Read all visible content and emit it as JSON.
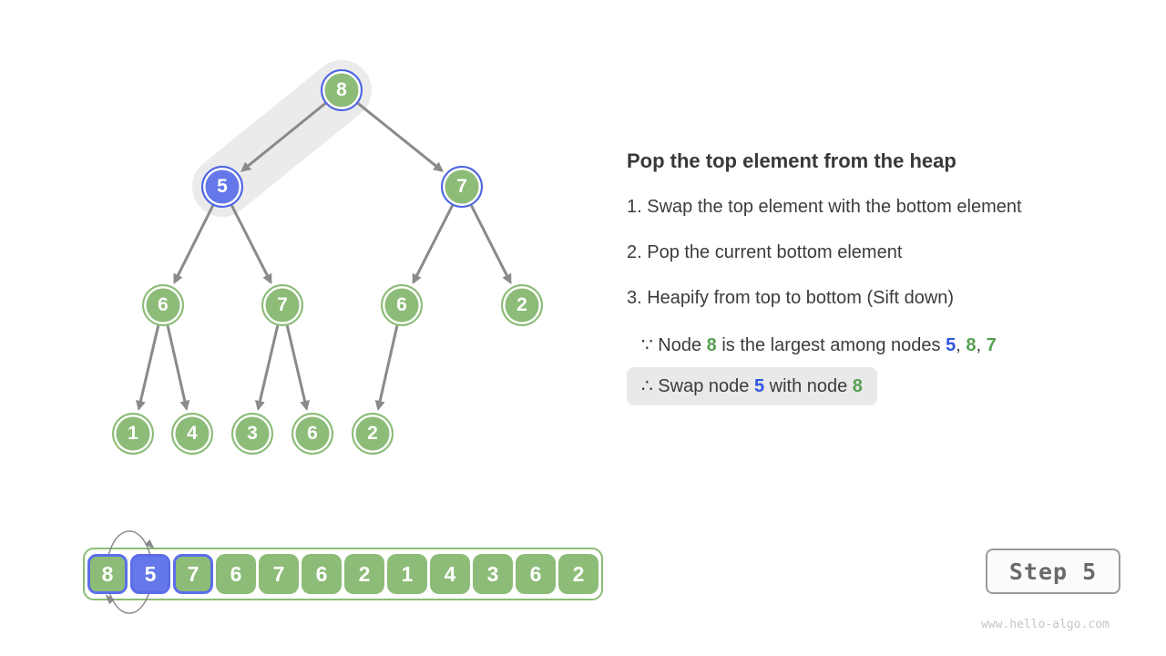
{
  "tree": {
    "nodes": [
      {
        "v": "8",
        "style": "green-blueRing"
      },
      {
        "v": "5",
        "style": "blue"
      },
      {
        "v": "7",
        "style": "green-blueRing"
      },
      {
        "v": "6",
        "style": "green"
      },
      {
        "v": "7",
        "style": "green"
      },
      {
        "v": "6",
        "style": "green"
      },
      {
        "v": "2",
        "style": "green"
      },
      {
        "v": "1",
        "style": "green"
      },
      {
        "v": "4",
        "style": "green"
      },
      {
        "v": "3",
        "style": "green"
      },
      {
        "v": "6",
        "style": "green"
      },
      {
        "v": "2",
        "style": "green"
      }
    ],
    "edges": [
      [
        0,
        1
      ],
      [
        0,
        2
      ],
      [
        1,
        3
      ],
      [
        1,
        4
      ],
      [
        2,
        5
      ],
      [
        2,
        6
      ],
      [
        3,
        7
      ],
      [
        3,
        8
      ],
      [
        4,
        9
      ],
      [
        4,
        10
      ],
      [
        5,
        11
      ]
    ],
    "swap_highlight": [
      0,
      1
    ]
  },
  "array": {
    "cells": [
      {
        "v": "8",
        "style": "green-blueBorder"
      },
      {
        "v": "5",
        "style": "blue"
      },
      {
        "v": "7",
        "style": "green-blueBorder"
      },
      {
        "v": "6",
        "style": "green"
      },
      {
        "v": "7",
        "style": "green"
      },
      {
        "v": "6",
        "style": "green"
      },
      {
        "v": "2",
        "style": "green"
      },
      {
        "v": "1",
        "style": "green"
      },
      {
        "v": "4",
        "style": "green"
      },
      {
        "v": "3",
        "style": "green"
      },
      {
        "v": "6",
        "style": "green"
      },
      {
        "v": "2",
        "style": "green"
      }
    ],
    "swap_indices": [
      0,
      1
    ]
  },
  "panel": {
    "title": "Pop the top element from the heap",
    "steps": [
      "1. Swap the top element with the bottom element",
      "2. Pop the current bottom element",
      "3. Heapify from top to bottom (Sift down)"
    ],
    "because": {
      "sym": "∵",
      "t1": " Node ",
      "n1": "8",
      "t2": " is the largest among nodes ",
      "n2": "5",
      "t3": ", ",
      "n3": "8",
      "t4": ", ",
      "n4": "7"
    },
    "therefore": {
      "sym": "∴",
      "t1": " Swap node ",
      "n1": "5",
      "t2": " with node ",
      "n2": "8"
    }
  },
  "step_label": "Step 5",
  "watermark": "www.hello-algo.com",
  "colors": {
    "node_green": "#8cbc77",
    "node_blue_fill": "#6478ea",
    "node_blue_ring": "#4c63e6",
    "edge_gray": "#8a8a8a",
    "highlight_capsule": "#ebebeb",
    "text_blue": "#2f56e0",
    "text_green": "#55a050",
    "therefore_bg": "#e9e9e9"
  }
}
